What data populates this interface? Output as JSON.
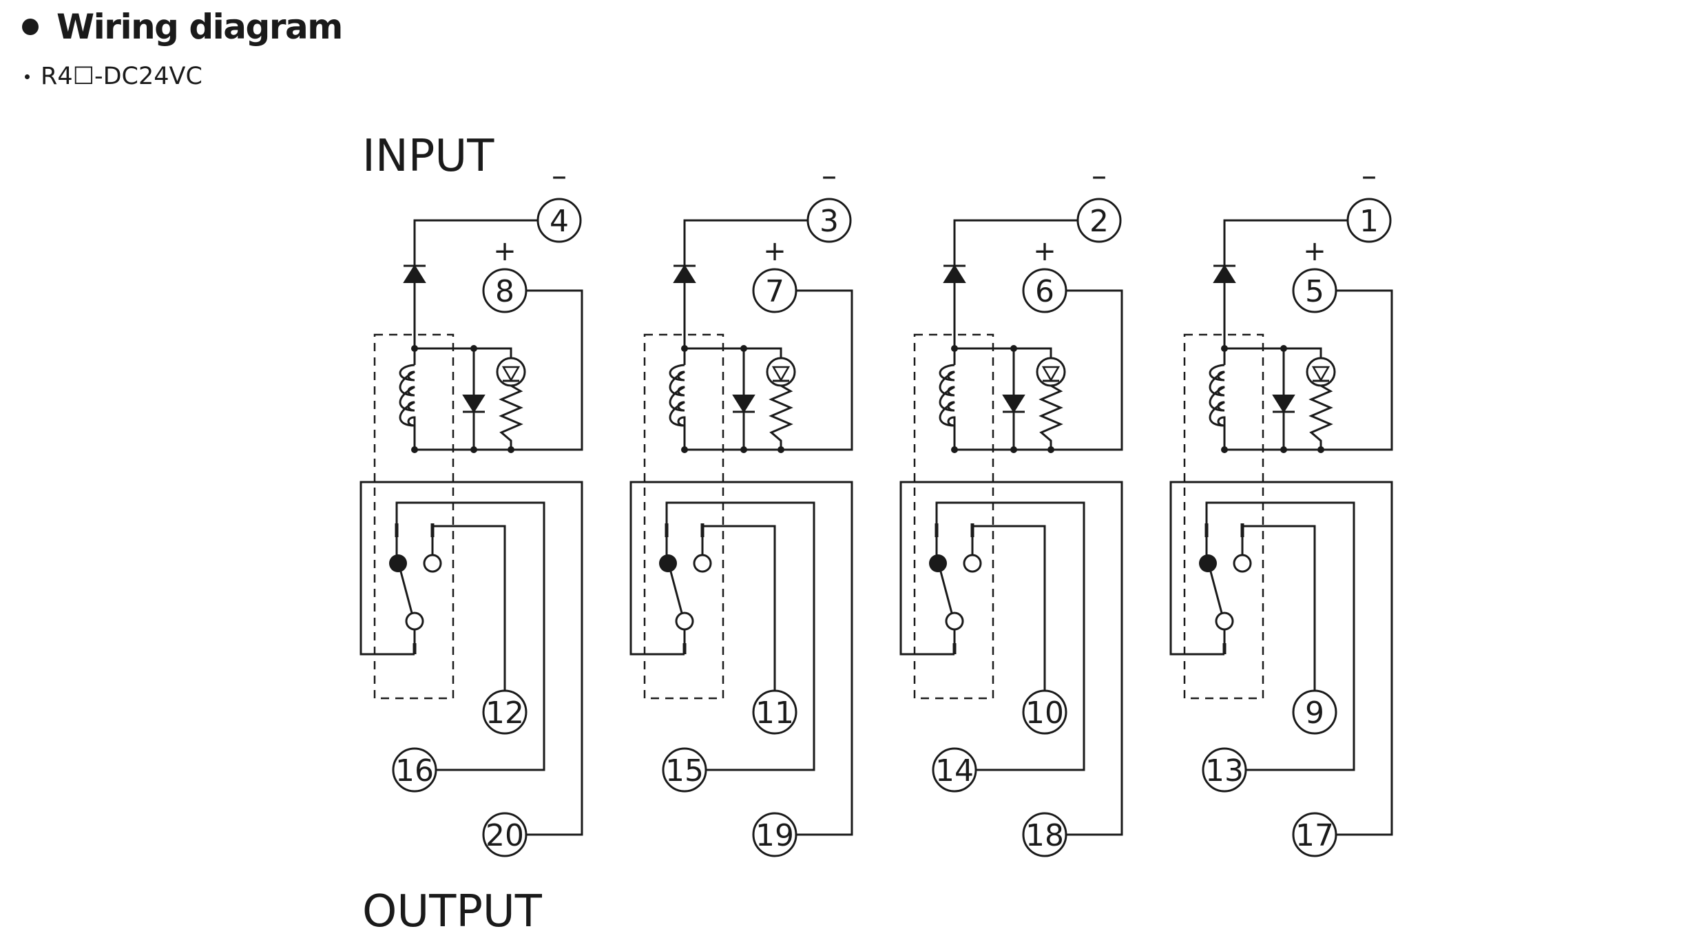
{
  "header": {
    "title": "Wiring diagram",
    "model": "R4☐-DC24VC"
  },
  "diagram": {
    "input_label": "INPUT",
    "output_label": "OUTPUT",
    "minus_sign": "–",
    "plus_sign": "+",
    "channels": [
      {
        "minus_terminal": "4",
        "plus_terminal": "8",
        "nc_terminal": "12",
        "com_terminal": "16",
        "no_terminal": "20"
      },
      {
        "minus_terminal": "3",
        "plus_terminal": "7",
        "nc_terminal": "11",
        "com_terminal": "15",
        "no_terminal": "19"
      },
      {
        "minus_terminal": "2",
        "plus_terminal": "6",
        "nc_terminal": "10",
        "com_terminal": "14",
        "no_terminal": "18"
      },
      {
        "minus_terminal": "1",
        "plus_terminal": "5",
        "nc_terminal": "9",
        "com_terminal": "13",
        "no_terminal": "17"
      }
    ]
  }
}
